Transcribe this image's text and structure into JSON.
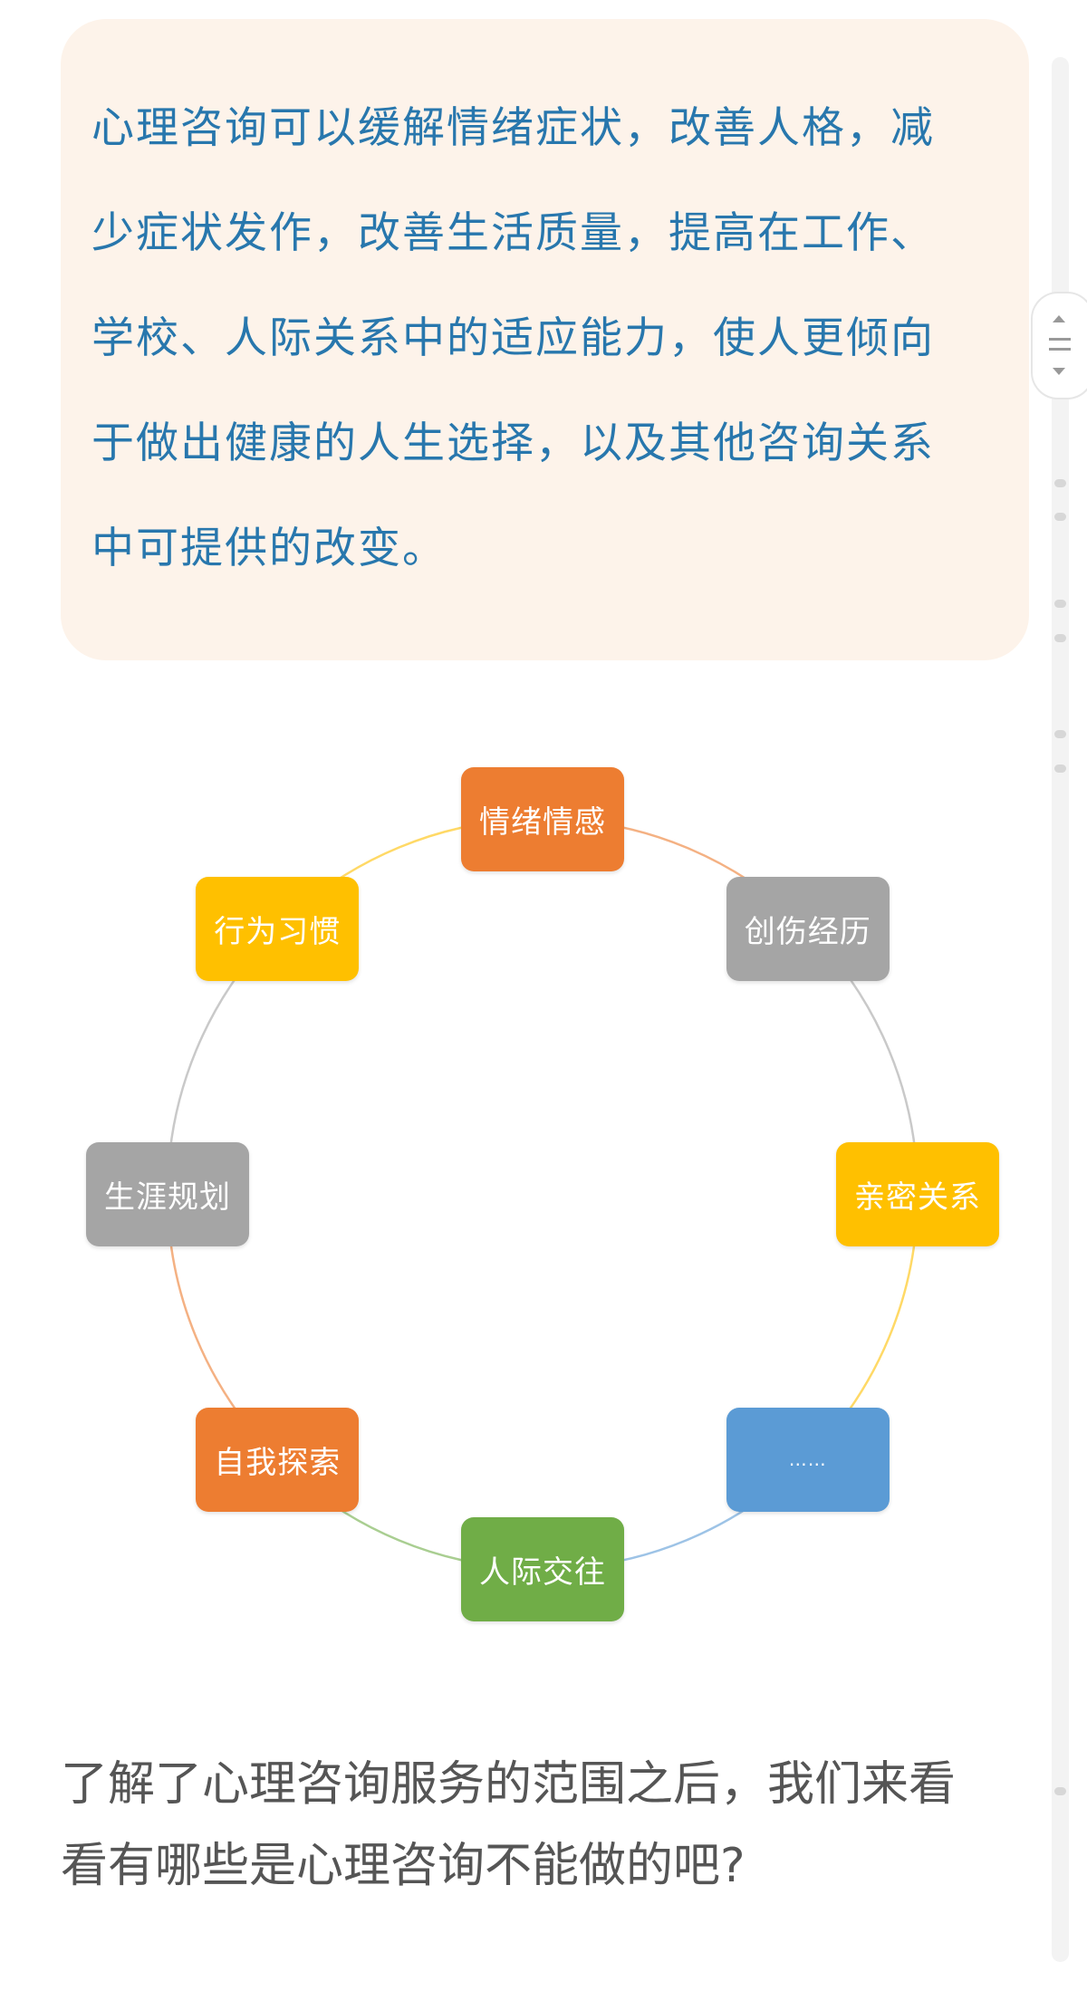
{
  "intro": {
    "lines": [
      "心理咨询可以缓解情绪症状，改善人格，减",
      "少症状发作，改善生活质量，提高在工作、",
      "学校、人际关系中的适应能力，使人更倾向",
      "于做出健康的人生选择，以及其他咨询关系",
      "中可提供的改变。"
    ]
  },
  "diagram": {
    "nodes": [
      {
        "label": "情绪情感",
        "color": "#ED7D31"
      },
      {
        "label": "创伤经历",
        "color": "#A5A5A5"
      },
      {
        "label": "亲密关系",
        "color": "#FFC000"
      },
      {
        "label": "……",
        "color": "#5B9BD5"
      },
      {
        "label": "人际交往",
        "color": "#70AD47"
      },
      {
        "label": "自我探索",
        "color": "#ED7D31"
      },
      {
        "label": "生涯规划",
        "color": "#A5A5A5"
      },
      {
        "label": "行为习惯",
        "color": "#FFC000"
      }
    ]
  },
  "outro": {
    "lines": [
      "了解了心理咨询服务的范围之后，我们来看",
      "看有哪些是心理咨询不能做的吧?"
    ]
  }
}
